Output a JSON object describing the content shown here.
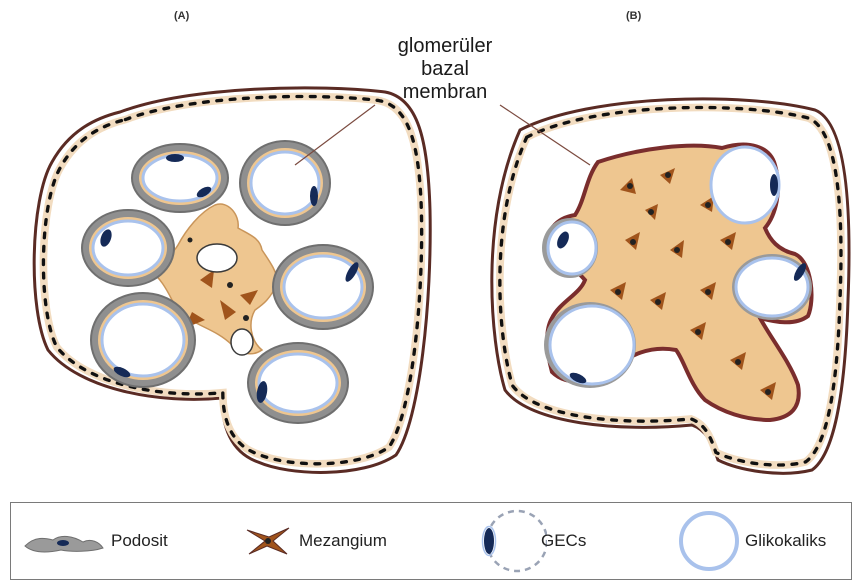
{
  "panels": {
    "a_label": "(A)",
    "b_label": "(B)"
  },
  "annotation": {
    "line1": "glomerüler",
    "line2": "bazal",
    "line3": "membran"
  },
  "legend": {
    "items": [
      {
        "label": "Podosit",
        "icon": "podocyte-icon"
      },
      {
        "label": "Mezangium",
        "icon": "mesangium-icon"
      },
      {
        "label": "GECs",
        "icon": "gec-icon"
      },
      {
        "label": "Glikokaliks",
        "icon": "glycocalyx-icon"
      }
    ]
  },
  "colors": {
    "capsule": "#5a2b24",
    "bowman_fill": "#f2dcc0",
    "mesangial_matrix": "#eec690",
    "mesangial_cell": "#a0541c",
    "podocyte": "#9a9a9a",
    "glycocalyx": "#a9c2ec",
    "endothelial_nucleus": "#152a57",
    "gbm_thick": "#7a2d2d"
  }
}
